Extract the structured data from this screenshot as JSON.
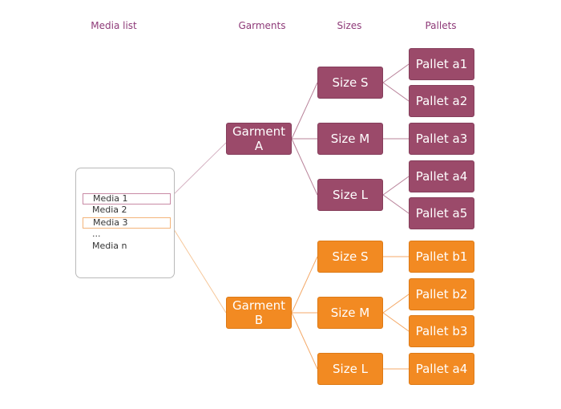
{
  "headers": {
    "media_list": "Media list",
    "garments": "Garments",
    "sizes": "Sizes",
    "pallets": "Pallets"
  },
  "media_list": {
    "items": [
      "Media 1",
      "Media 2",
      "Media 3",
      "...",
      "Media n"
    ],
    "highlighted": {
      "Media 1": "Garment A",
      "Media 3": "Garment B"
    }
  },
  "colors": {
    "garment_a": "#9b4a6a",
    "garment_b": "#f28a22",
    "header_text": "#8e3a78"
  },
  "tree": {
    "garment_a": {
      "label": "Garment A",
      "sizes": [
        {
          "label": "Size S",
          "pallets": [
            "Pallet a1",
            "Pallet a2"
          ]
        },
        {
          "label": "Size M",
          "pallets": [
            "Pallet a3"
          ]
        },
        {
          "label": "Size L",
          "pallets": [
            "Pallet a4",
            "Pallet a5"
          ]
        }
      ]
    },
    "garment_b": {
      "label": "Garment B",
      "sizes": [
        {
          "label": "Size S",
          "pallets": [
            "Pallet b1"
          ]
        },
        {
          "label": "Size M",
          "pallets": [
            "Pallet b2",
            "Pallet b3"
          ]
        },
        {
          "label": "Size L",
          "pallets": [
            "Pallet a4"
          ]
        }
      ]
    }
  }
}
